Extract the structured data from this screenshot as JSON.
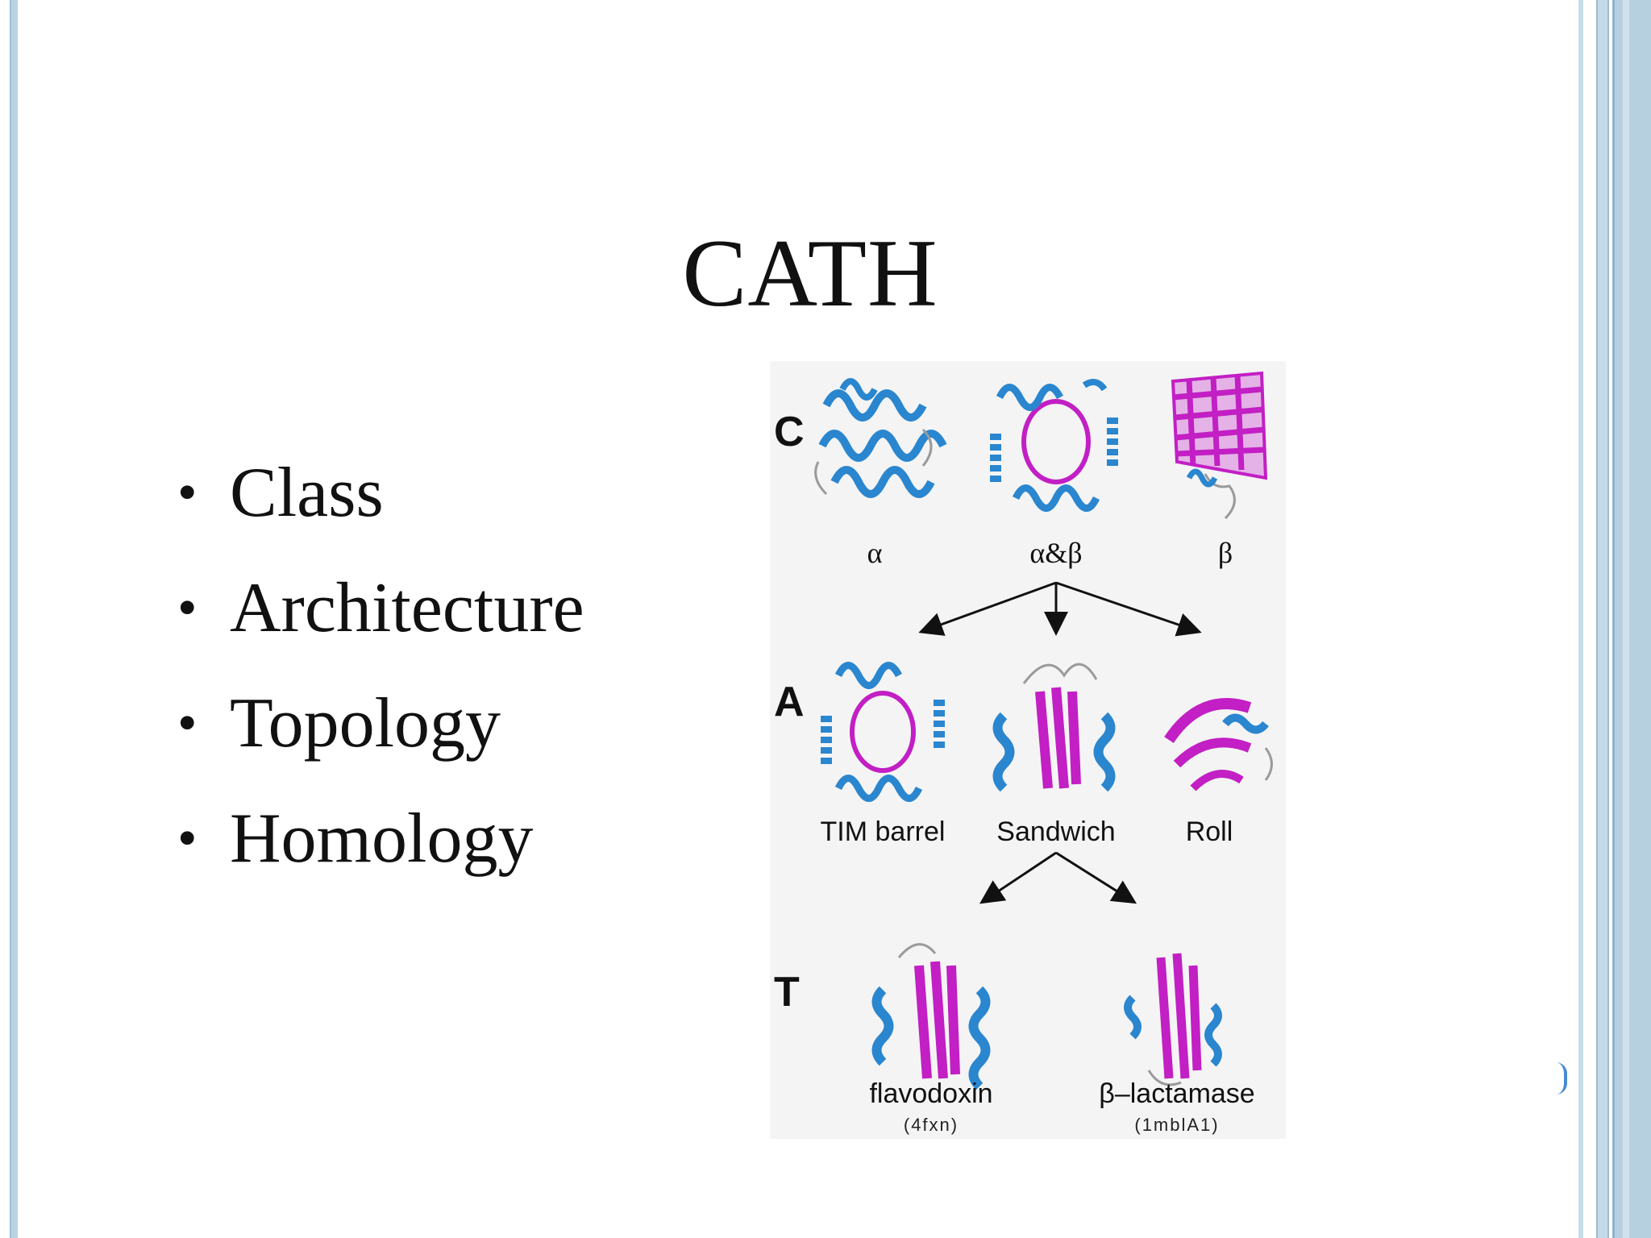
{
  "slide": {
    "title": "CATH",
    "bullets": [
      "Class",
      "Architecture",
      "Topology",
      "Homology"
    ]
  },
  "figure": {
    "levels": {
      "c": "C",
      "a": "A",
      "t": "T"
    },
    "class_captions": [
      "α",
      "α&β",
      "β"
    ],
    "architecture_captions": [
      "TIM barrel",
      "Sandwich",
      "Roll"
    ],
    "topology_captions": [
      {
        "name": "flavodoxin",
        "code": "(4fxn)"
      },
      {
        "name": "β–lactamase",
        "code": "(1mblA1)"
      }
    ],
    "colors": {
      "helix": "#2a86cf",
      "strand": "#c21fc4",
      "coil": "#9a9a9a",
      "arrow": "#111111",
      "frame": "#b9d3e3"
    }
  }
}
